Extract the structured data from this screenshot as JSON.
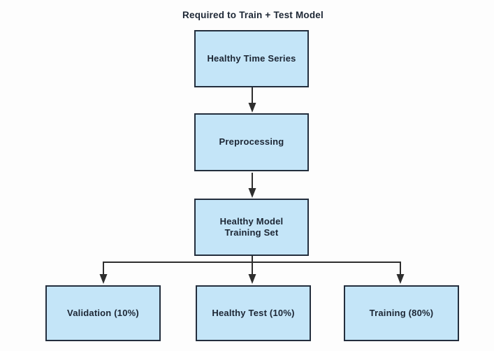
{
  "diagram": {
    "title": "Required to Train + Test Model",
    "type": "flowchart",
    "nodes": [
      {
        "id": "healthy-time-series",
        "label": "Healthy Time Series"
      },
      {
        "id": "preprocessing",
        "label": "Preprocessing"
      },
      {
        "id": "healthy-model-training-set",
        "label": "Healthy Model Training Set"
      },
      {
        "id": "validation",
        "label": "Validation (10%)"
      },
      {
        "id": "healthy-test",
        "label": "Healthy Test (10%)"
      },
      {
        "id": "training",
        "label": "Training (80%)"
      }
    ],
    "edges": [
      {
        "from": "healthy-time-series",
        "to": "preprocessing"
      },
      {
        "from": "preprocessing",
        "to": "healthy-model-training-set"
      },
      {
        "from": "healthy-model-training-set",
        "to": "validation"
      },
      {
        "from": "healthy-model-training-set",
        "to": "healthy-test"
      },
      {
        "from": "healthy-model-training-set",
        "to": "training"
      }
    ],
    "colors": {
      "node_fill": "#C4E5F8",
      "node_border": "#232E3D",
      "arrow": "#2E2E2E",
      "text": "#1C2634",
      "bg": "#FDFDFD"
    }
  }
}
